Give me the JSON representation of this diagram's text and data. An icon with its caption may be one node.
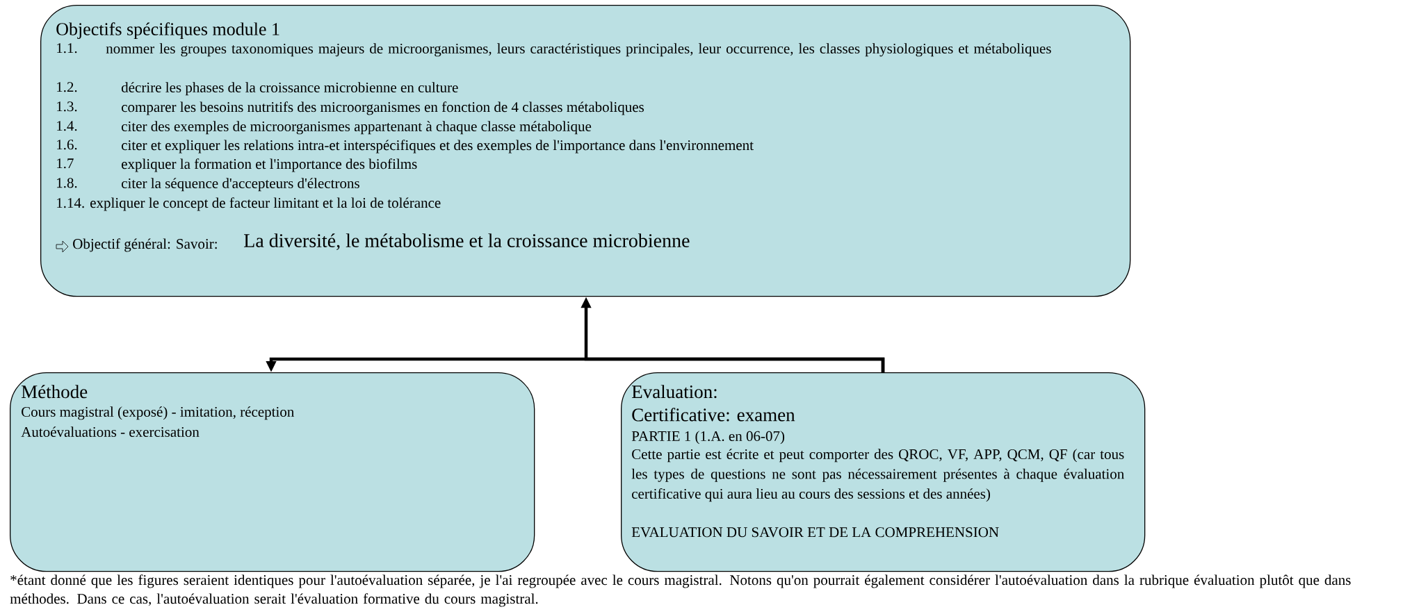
{
  "diagram": {
    "nodes": [
      {
        "text": [
          "Objectifs spécifiques module 1",
          "1.1.",
          "nommer les groupes taxonomiques majeurs de microorganismes, leurs caractéristiques principales, leur occurrence, les classes physiologiques et métaboliques",
          "1.2.",
          "décrire les phases de la croissance microbienne en culture",
          "1.3.",
          "comparer les besoins nutritifs des microorganismes en fonction de 4 classes métaboliques",
          "1.4.",
          "citer des exemples de microorganismes appartenant à chaque classe métabolique",
          "1.6.",
          "citer et expliquer les relations intra-et interspécifiques et des exemples de l'importance dans l'environnement",
          "1.7",
          "expliquer la formation et l'importance des biofilms",
          "1.8.",
          "citer la séquence d'accepteurs d'électrons",
          "1.14. expliquer le concept de facteur limitant et la loi de tolérance",
          "Objectif général: Savoir:",
          "La diversité, le métabolisme et la croissance microbienne"
        ]
      },
      {
        "text": [
          "Méthode",
          "Cours magistral (exposé) - imitation, réception",
          "Autoévaluations - exercisation"
        ]
      },
      {
        "text": [
          "Evaluation:",
          "Certificative: examen",
          "PARTIE 1 (1.A. en 06-07)",
          "Cette partie est écrite et peut comporter des QROC, VF, APP, QCM, QF (car tous les types de questions ne sont pas nécessairement présentes à chaque évaluation certificative qui aura lieu au cours des sessions et des années)",
          "EVALUATION DU SAVOIR ET DE LA COMPREHENSION"
        ]
      }
    ],
    "edges": [
      {
        "from": 2,
        "to": 0,
        "arrow": "to"
      },
      {
        "from": 2,
        "to": 1,
        "arrow": "to"
      }
    ],
    "labels": [
      "*étant donné que les figures seraient identiques pour l'autoévaluation séparée, je l'ai regroupée avec le cours magistral. Notons qu'on pourrait également considérer l'autoévaluation dans la rubrique évaluation plutôt que dans méthodes. Dans ce cas, l'autoévaluation serait l'évaluation formative du cours magistral."
    ]
  }
}
